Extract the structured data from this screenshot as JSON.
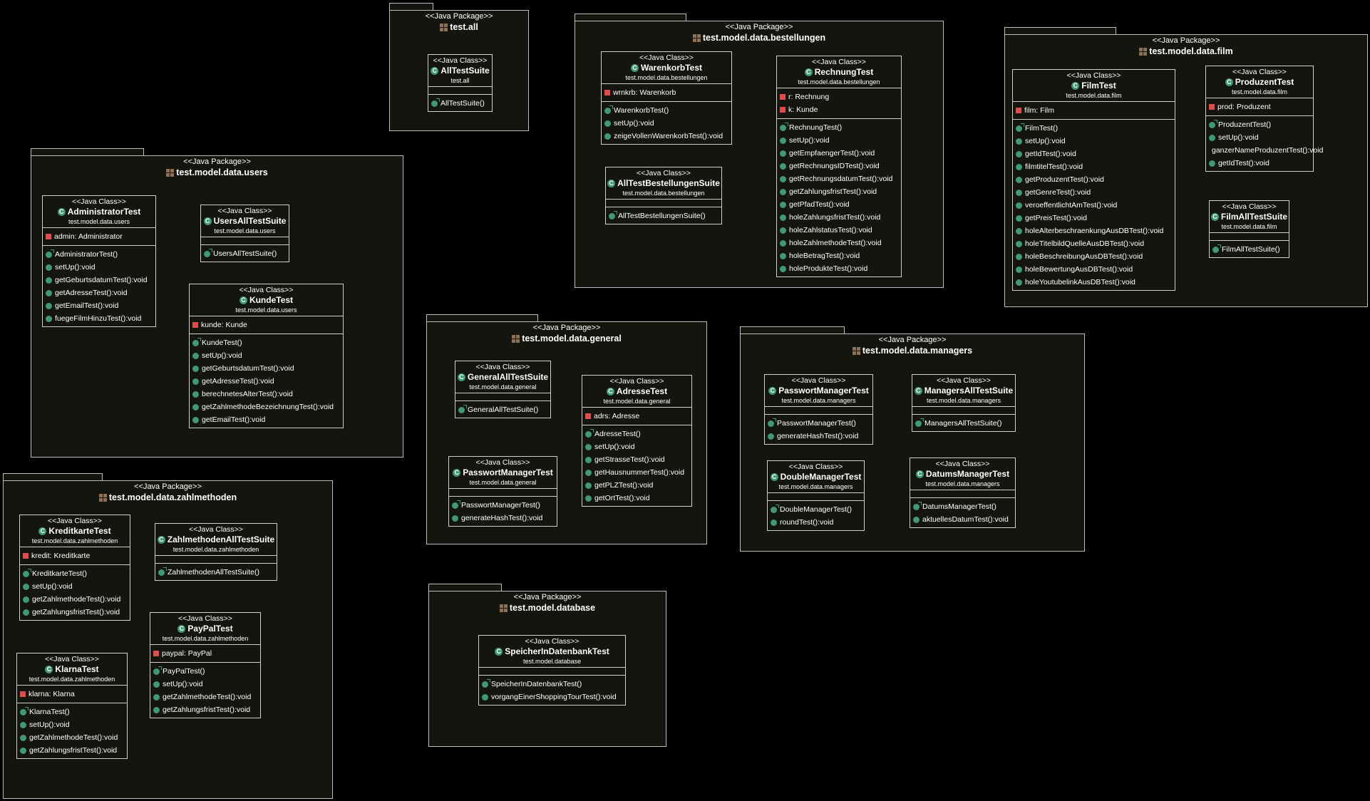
{
  "packages": [
    {
      "id": "test.all",
      "stereotype": "<<Java Package>>",
      "name": "test.all",
      "classes": [
        {
          "stereotype": "<<Java Class>>",
          "name": "AllTestSuite",
          "package": "test.all",
          "attributes": [],
          "operations": [
            {
              "label": "AllTestSuite()",
              "kind": "constructor"
            }
          ]
        }
      ]
    },
    {
      "id": "test.model.data.bestellungen",
      "stereotype": "<<Java Package>>",
      "name": "test.model.data.bestellungen",
      "classes": [
        {
          "stereotype": "<<Java Class>>",
          "name": "WarenkorbTest",
          "package": "test.model.data.bestellungen",
          "attributes": [
            {
              "label": "wrnkrb: Warenkorb"
            }
          ],
          "operations": [
            {
              "label": "WarenkorbTest()",
              "kind": "constructor"
            },
            {
              "label": "setUp():void",
              "kind": "method"
            },
            {
              "label": "zeigeVollenWarenkorbTest():void",
              "kind": "method"
            }
          ]
        },
        {
          "stereotype": "<<Java Class>>",
          "name": "RechnungTest",
          "package": "test.model.data.bestellungen",
          "attributes": [
            {
              "label": "r: Rechnung"
            },
            {
              "label": "k: Kunde"
            }
          ],
          "operations": [
            {
              "label": "RechnungTest()",
              "kind": "constructor"
            },
            {
              "label": "setUp():void",
              "kind": "method"
            },
            {
              "label": "getEmpfaengerTest():void",
              "kind": "method"
            },
            {
              "label": "getRechnungsIDTest():void",
              "kind": "method"
            },
            {
              "label": "getRechnungsdatumTest():void",
              "kind": "method"
            },
            {
              "label": "getZahlungsfristTest():void",
              "kind": "method"
            },
            {
              "label": "getPfadTest():void",
              "kind": "method"
            },
            {
              "label": "holeZahlungsfristTest():void",
              "kind": "method"
            },
            {
              "label": "holeZahlstatusTest():void",
              "kind": "method"
            },
            {
              "label": "holeZahlmethodeTest():void",
              "kind": "method"
            },
            {
              "label": "holeBetragTest():void",
              "kind": "method"
            },
            {
              "label": "holeProdukteTest():void",
              "kind": "method"
            }
          ]
        },
        {
          "stereotype": "<<Java Class>>",
          "name": "AllTestBestellungenSuite",
          "package": "test.model.data.bestellungen",
          "attributes": [],
          "operations": [
            {
              "label": "AllTestBestellungenSuite()",
              "kind": "constructor"
            }
          ]
        }
      ]
    },
    {
      "id": "test.model.data.film",
      "stereotype": "<<Java Package>>",
      "name": "test.model.data.film",
      "classes": [
        {
          "stereotype": "<<Java Class>>",
          "name": "FilmTest",
          "package": "test.model.data.film",
          "attributes": [
            {
              "label": "film: Film"
            }
          ],
          "operations": [
            {
              "label": "FilmTest()",
              "kind": "constructor"
            },
            {
              "label": "setUp():void",
              "kind": "method"
            },
            {
              "label": "getIdTest():void",
              "kind": "method"
            },
            {
              "label": "filmtitelTest():void",
              "kind": "method"
            },
            {
              "label": "getProduzentTest():void",
              "kind": "method"
            },
            {
              "label": "getGenreTest():void",
              "kind": "method"
            },
            {
              "label": "veroeffentlichtAmTest():void",
              "kind": "method"
            },
            {
              "label": "getPreisTest():void",
              "kind": "method"
            },
            {
              "label": "holeAlterbeschraenkungAusDBTest():void",
              "kind": "method"
            },
            {
              "label": "holeTitelbildQuelleAusDBTest():void",
              "kind": "method"
            },
            {
              "label": "holeBeschreibungAusDBTest():void",
              "kind": "method"
            },
            {
              "label": "holeBewertungAusDBTest():void",
              "kind": "method"
            },
            {
              "label": "holeYoutubelinkAusDBTest():void",
              "kind": "method"
            }
          ]
        },
        {
          "stereotype": "<<Java Class>>",
          "name": "ProduzentTest",
          "package": "test.model.data.film",
          "attributes": [
            {
              "label": "prod: Produzent"
            }
          ],
          "operations": [
            {
              "label": "ProduzentTest()",
              "kind": "constructor"
            },
            {
              "label": "setUp():void",
              "kind": "method"
            },
            {
              "label": "ganzerNameProduzentTest():void",
              "kind": "method"
            },
            {
              "label": "getIdTest():void",
              "kind": "method"
            }
          ]
        },
        {
          "stereotype": "<<Java Class>>",
          "name": "FilmAllTestSuite",
          "package": "test.model.data.film",
          "attributes": [],
          "operations": [
            {
              "label": "FilmAllTestSuite()",
              "kind": "constructor"
            }
          ]
        }
      ]
    },
    {
      "id": "test.model.data.users",
      "stereotype": "<<Java Package>>",
      "name": "test.model.data.users",
      "classes": [
        {
          "stereotype": "<<Java Class>>",
          "name": "AdministratorTest",
          "package": "test.model.data.users",
          "attributes": [
            {
              "label": "admin: Administrator"
            }
          ],
          "operations": [
            {
              "label": "AdministratorTest()",
              "kind": "constructor"
            },
            {
              "label": "setUp():void",
              "kind": "method"
            },
            {
              "label": "getGeburtsdatumTest():void",
              "kind": "method"
            },
            {
              "label": "getAdresseTest():void",
              "kind": "method"
            },
            {
              "label": "getEmailTest():void",
              "kind": "method"
            },
            {
              "label": "fuegeFilmHinzuTest():void",
              "kind": "method"
            }
          ]
        },
        {
          "stereotype": "<<Java Class>>",
          "name": "UsersAllTestSuite",
          "package": "test.model.data.users",
          "attributes": [],
          "operations": [
            {
              "label": "UsersAllTestSuite()",
              "kind": "constructor"
            }
          ]
        },
        {
          "stereotype": "<<Java Class>>",
          "name": "KundeTest",
          "package": "test.model.data.users",
          "attributes": [
            {
              "label": "kunde: Kunde"
            }
          ],
          "operations": [
            {
              "label": "KundeTest()",
              "kind": "constructor"
            },
            {
              "label": "setUp():void",
              "kind": "method"
            },
            {
              "label": "getGeburtsdatumTest():void",
              "kind": "method"
            },
            {
              "label": "getAdresseTest():void",
              "kind": "method"
            },
            {
              "label": "berechnetesAlterTest():void",
              "kind": "method"
            },
            {
              "label": "getZahlmethodeBezeichnungTest():void",
              "kind": "method"
            },
            {
              "label": "getEmailTest():void",
              "kind": "method"
            }
          ]
        }
      ]
    },
    {
      "id": "test.model.data.general",
      "stereotype": "<<Java Package>>",
      "name": "test.model.data.general",
      "classes": [
        {
          "stereotype": "<<Java Class>>",
          "name": "GeneralAllTestSuite",
          "package": "test.model.data.general",
          "attributes": [],
          "operations": [
            {
              "label": "GeneralAllTestSuite()",
              "kind": "constructor"
            }
          ]
        },
        {
          "stereotype": "<<Java Class>>",
          "name": "AdresseTest",
          "package": "test.model.data.general",
          "attributes": [
            {
              "label": "adrs: Adresse"
            }
          ],
          "operations": [
            {
              "label": "AdresseTest()",
              "kind": "constructor"
            },
            {
              "label": "setUp():void",
              "kind": "method"
            },
            {
              "label": "getStrasseTest():void",
              "kind": "method"
            },
            {
              "label": "getHausnummerTest():void",
              "kind": "method"
            },
            {
              "label": "getPLZTest():void",
              "kind": "method"
            },
            {
              "label": "getOrtTest():void",
              "kind": "method"
            }
          ]
        },
        {
          "stereotype": "<<Java Class>>",
          "name": "PasswortManagerTest",
          "package": "test.model.data.general",
          "attributes": [],
          "operations": [
            {
              "label": "PasswortManagerTest()",
              "kind": "constructor"
            },
            {
              "label": "generateHashTest():void",
              "kind": "method"
            }
          ]
        }
      ]
    },
    {
      "id": "test.model.data.managers",
      "stereotype": "<<Java Package>>",
      "name": "test.model.data.managers",
      "classes": [
        {
          "stereotype": "<<Java Class>>",
          "name": "PasswortManagerTest",
          "package": "test.model.data.managers",
          "attributes": [],
          "operations": [
            {
              "label": "PasswortManagerTest()",
              "kind": "constructor"
            },
            {
              "label": "generateHashTest():void",
              "kind": "method"
            }
          ]
        },
        {
          "stereotype": "<<Java Class>>",
          "name": "ManagersAllTestSuite",
          "package": "test.model.data.managers",
          "attributes": [],
          "operations": [
            {
              "label": "ManagersAllTestSuite()",
              "kind": "constructor"
            }
          ]
        },
        {
          "stereotype": "<<Java Class>>",
          "name": "DoubleManagerTest",
          "package": "test.model.data.managers",
          "attributes": [],
          "operations": [
            {
              "label": "DoubleManagerTest()",
              "kind": "constructor"
            },
            {
              "label": "roundTest():void",
              "kind": "method"
            }
          ]
        },
        {
          "stereotype": "<<Java Class>>",
          "name": "DatumsManagerTest",
          "package": "test.model.data.managers",
          "attributes": [],
          "operations": [
            {
              "label": "DatumsManagerTest()",
              "kind": "constructor"
            },
            {
              "label": "aktuellesDatumTest():void",
              "kind": "method"
            }
          ]
        }
      ]
    },
    {
      "id": "test.model.data.zahlmethoden",
      "stereotype": "<<Java Package>>",
      "name": "test.model.data.zahlmethoden",
      "classes": [
        {
          "stereotype": "<<Java Class>>",
          "name": "KreditkarteTest",
          "package": "test.model.data.zahlmethoden",
          "attributes": [
            {
              "label": "kredit: Kreditkarte"
            }
          ],
          "operations": [
            {
              "label": "KreditkarteTest()",
              "kind": "constructor"
            },
            {
              "label": "setUp():void",
              "kind": "method"
            },
            {
              "label": "getZahlmethodeTest():void",
              "kind": "method"
            },
            {
              "label": "getZahlungsfristTest():void",
              "kind": "method"
            }
          ]
        },
        {
          "stereotype": "<<Java Class>>",
          "name": "ZahlmethodenAllTestSuite",
          "package": "test.model.data.zahlmethoden",
          "attributes": [],
          "operations": [
            {
              "label": "ZahlmethodenAllTestSuite()",
              "kind": "constructor"
            }
          ]
        },
        {
          "stereotype": "<<Java Class>>",
          "name": "PayPalTest",
          "package": "test.model.data.zahlmethoden",
          "attributes": [
            {
              "label": "paypal: PayPal"
            }
          ],
          "operations": [
            {
              "label": "PayPalTest()",
              "kind": "constructor"
            },
            {
              "label": "setUp():void",
              "kind": "method"
            },
            {
              "label": "getZahlmethodeTest():void",
              "kind": "method"
            },
            {
              "label": "getZahlungsfristTest():void",
              "kind": "method"
            }
          ]
        },
        {
          "stereotype": "<<Java Class>>",
          "name": "KlarnaTest",
          "package": "test.model.data.zahlmethoden",
          "attributes": [
            {
              "label": "klarna: Klarna"
            }
          ],
          "operations": [
            {
              "label": "KlarnaTest()",
              "kind": "constructor"
            },
            {
              "label": "setUp():void",
              "kind": "method"
            },
            {
              "label": "getZahlmethodeTest():void",
              "kind": "method"
            },
            {
              "label": "getZahlungsfristTest():void",
              "kind": "method"
            }
          ]
        }
      ]
    },
    {
      "id": "test.model.database",
      "stereotype": "<<Java Package>>",
      "name": "test.model.database",
      "classes": [
        {
          "stereotype": "<<Java Class>>",
          "name": "SpeicherInDatenbankTest",
          "package": "test.model.database",
          "attributes": [],
          "operations": [
            {
              "label": "SpeicherInDatenbankTest()",
              "kind": "constructor"
            },
            {
              "label": "vorgangEinerShoppingTourTest():void",
              "kind": "method"
            }
          ]
        }
      ]
    }
  ],
  "colors": {
    "background": "#000000",
    "package_fill": "#151510",
    "class_icon": "#3f9a74",
    "field_icon": "#e04b4b",
    "package_icon": "#8b7156"
  },
  "icons": {
    "package": "package-icon",
    "class": "class-icon",
    "field": "private-field-icon",
    "method": "public-method-icon",
    "constructor": "constructor-icon"
  }
}
